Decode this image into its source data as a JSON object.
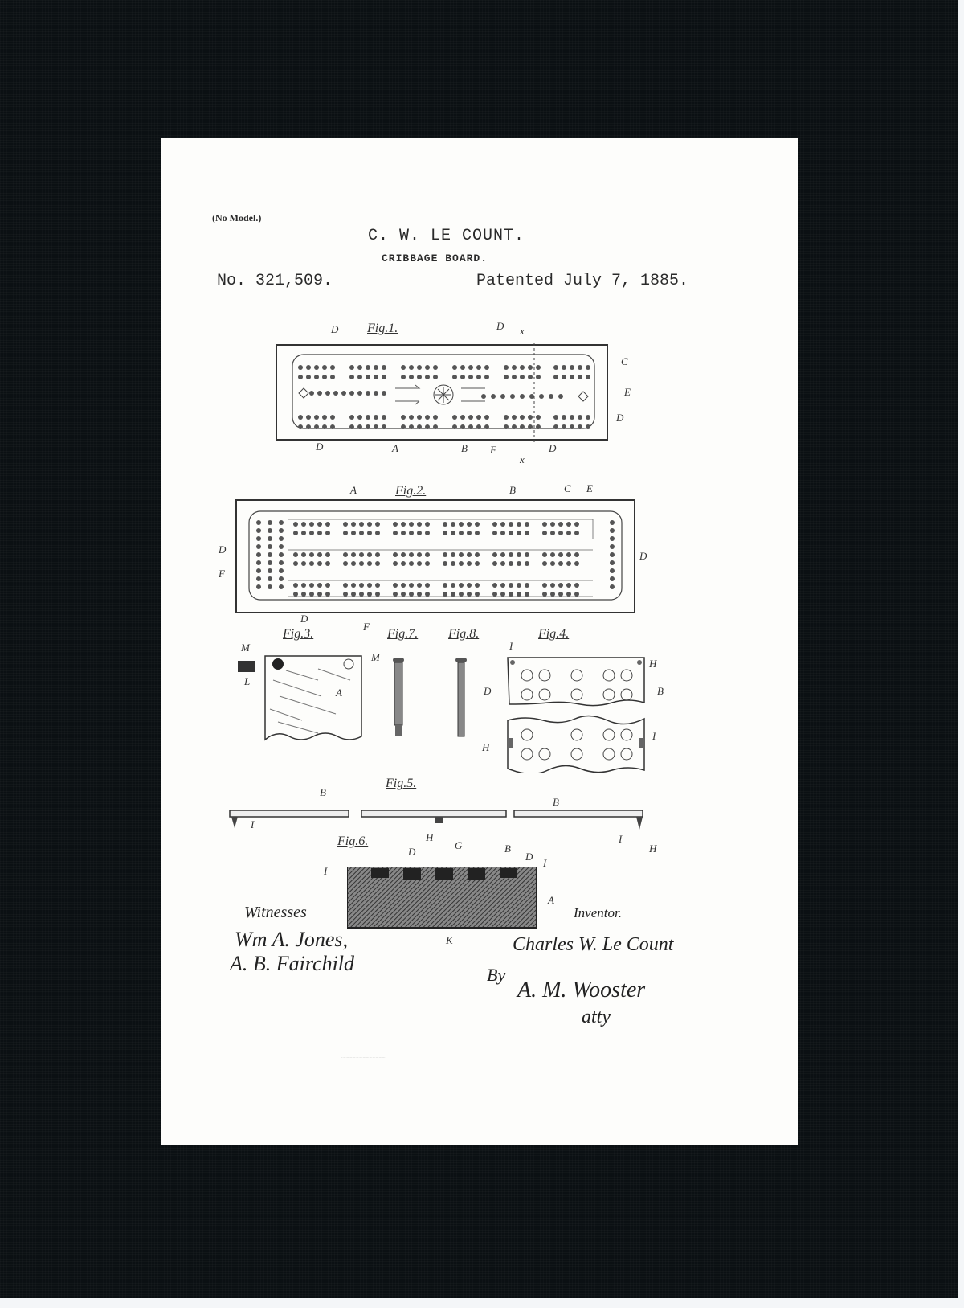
{
  "frame": {
    "mat_color": "#0b1013",
    "paper_color": "#fdfdfb",
    "outer_border_color": "#f4f6f8"
  },
  "header": {
    "model_note": "(No Model.)",
    "inventor": "C. W. LE COUNT.",
    "subject": "CRIBBAGE BOARD.",
    "patent_number": "No. 321,509.",
    "patent_date": "Patented July 7, 1885."
  },
  "figures": {
    "fig1": {
      "title": "Fig.1.",
      "labels": [
        "D",
        "D",
        "x",
        "C",
        "E",
        "D",
        "D",
        "A",
        "B",
        "F",
        "D",
        "x"
      ]
    },
    "fig2": {
      "title": "Fig.2.",
      "labels": [
        "A",
        "B",
        "C",
        "E",
        "D",
        "F",
        "D",
        "D",
        "F"
      ]
    },
    "fig3": {
      "title": "Fig.3.",
      "labels": [
        "M",
        "M",
        "L",
        "A"
      ]
    },
    "fig7": {
      "title": "Fig.7."
    },
    "fig8": {
      "title": "Fig.8."
    },
    "fig4": {
      "title": "Fig.4.",
      "labels": [
        "I",
        "H",
        "B",
        "D",
        "H",
        "I"
      ]
    },
    "fig5": {
      "title": "Fig.5.",
      "labels": [
        "B",
        "I",
        "H",
        "B",
        "I",
        "H"
      ]
    },
    "fig6": {
      "title": "Fig.6.",
      "labels": [
        "D",
        "G",
        "B",
        "D",
        "I",
        "I",
        "A",
        "K"
      ]
    }
  },
  "signatures": {
    "witnesses_label": "Witnesses",
    "witness_1": "Wm A. Jones,",
    "witness_2": "A. B. Fairchild",
    "inventor_label": "Inventor.",
    "inventor_signature": "Charles W. Le Count",
    "by": "By",
    "attorney": "A. M. Wooster",
    "attorney_title": "atty"
  }
}
